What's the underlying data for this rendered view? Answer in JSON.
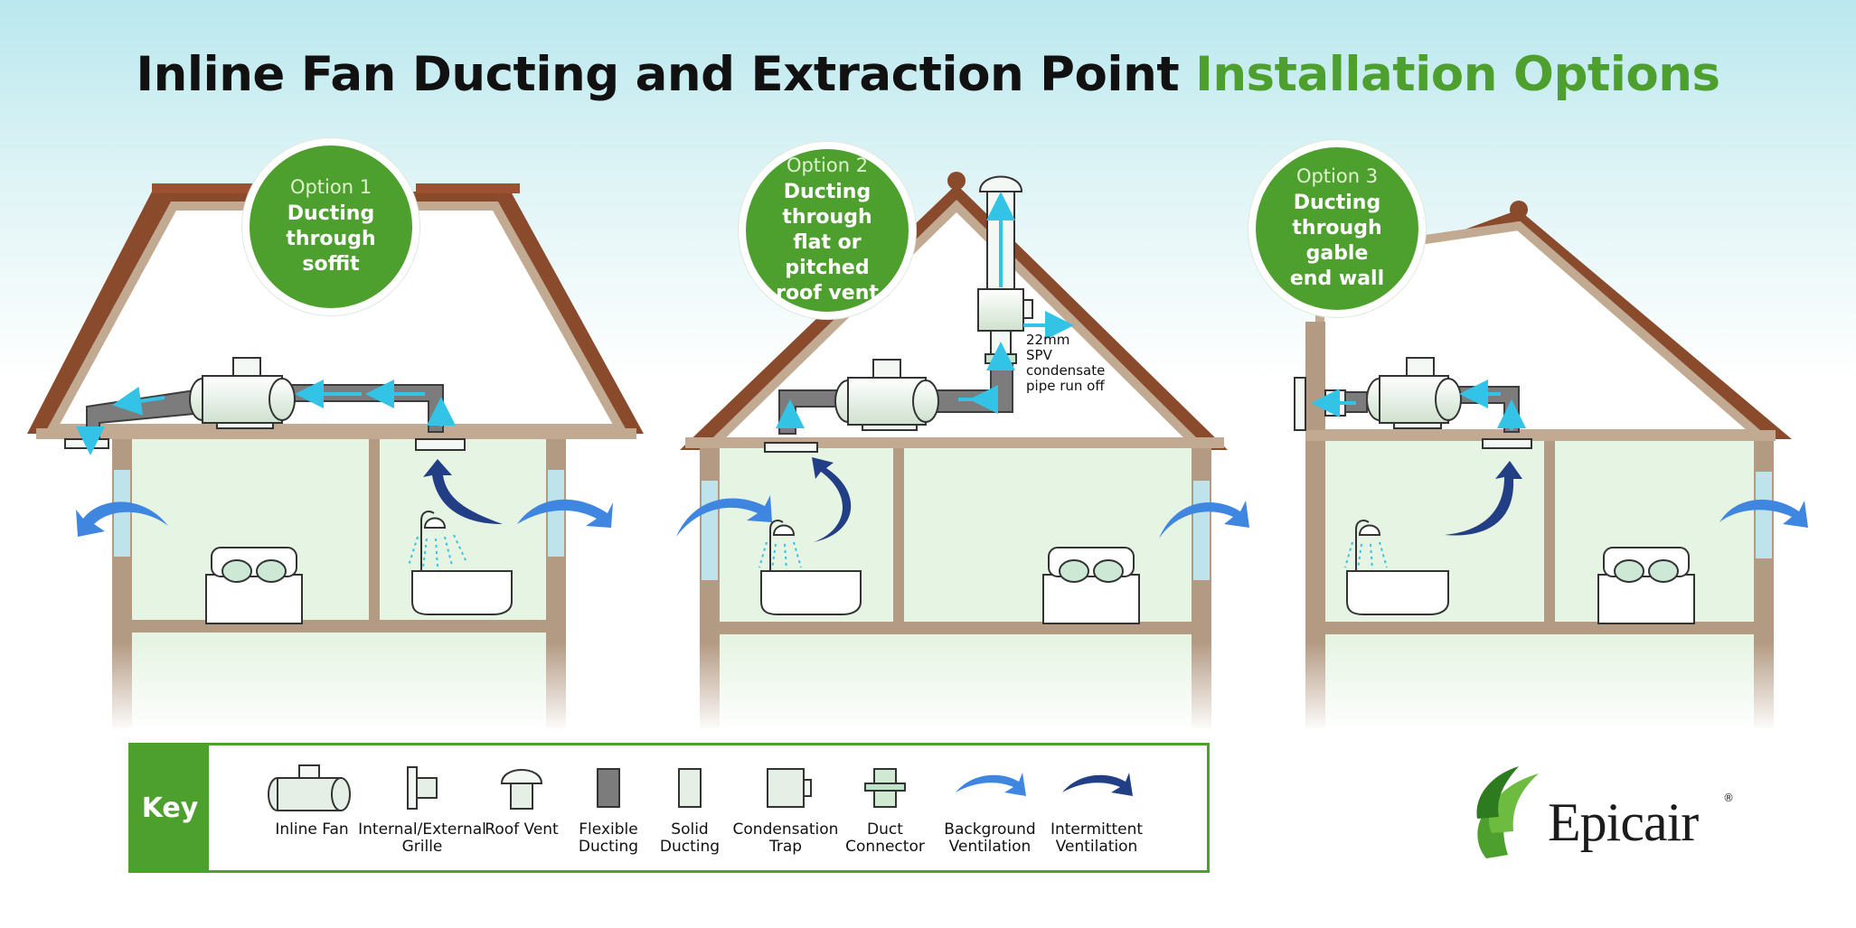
{
  "title": {
    "main": "Inline Fan Ducting and Extraction Point",
    "accent": "Installation Options"
  },
  "options": [
    {
      "number": "Option 1",
      "line1": "Ducting",
      "line2": "through soffit",
      "line3": ""
    },
    {
      "number": "Option 2",
      "line1": "Ducting through",
      "line2": "flat or pitched",
      "line3": "roof vent"
    },
    {
      "number": "Option 3",
      "line1": "Ducting",
      "line2": "through gable",
      "line3": "end wall"
    }
  ],
  "annotation": [
    "22mm",
    "SPV",
    "condensate",
    "pipe run off"
  ],
  "key": {
    "heading": "Key",
    "items": [
      {
        "line1": "Inline Fan",
        "line2": "",
        "icon": "inline-fan-icon"
      },
      {
        "line1": "Internal/External",
        "line2": "Grille",
        "icon": "grille-icon"
      },
      {
        "line1": "Roof Vent",
        "line2": "",
        "icon": "roof-vent-icon"
      },
      {
        "line1": "Flexible",
        "line2": "Ducting",
        "icon": "flexible-ducting-icon"
      },
      {
        "line1": "Solid",
        "line2": "Ducting",
        "icon": "solid-ducting-icon"
      },
      {
        "line1": "Condensation",
        "line2": "Trap",
        "icon": "condensation-trap-icon"
      },
      {
        "line1": "Duct",
        "line2": "Connector",
        "icon": "duct-connector-icon"
      },
      {
        "line1": "Background",
        "line2": "Ventilation",
        "icon": "background-ventilation-arrow-icon"
      },
      {
        "line1": "Intermittent",
        "line2": "Ventilation",
        "icon": "intermittent-ventilation-arrow-icon"
      }
    ]
  },
  "logo": {
    "text": "Epicair",
    "mark": "®"
  },
  "colors": {
    "accent_green": "#4ea02e",
    "roof_brown": "#8a4a2c",
    "wall_tan": "#c2aa92",
    "room_fill": "#e6f4e3",
    "airflow_cyan": "#33c3e6",
    "background_arrow": "#3f86e0",
    "intermittent_arrow": "#223f86",
    "flexible_duct": "#7c7c7c"
  }
}
